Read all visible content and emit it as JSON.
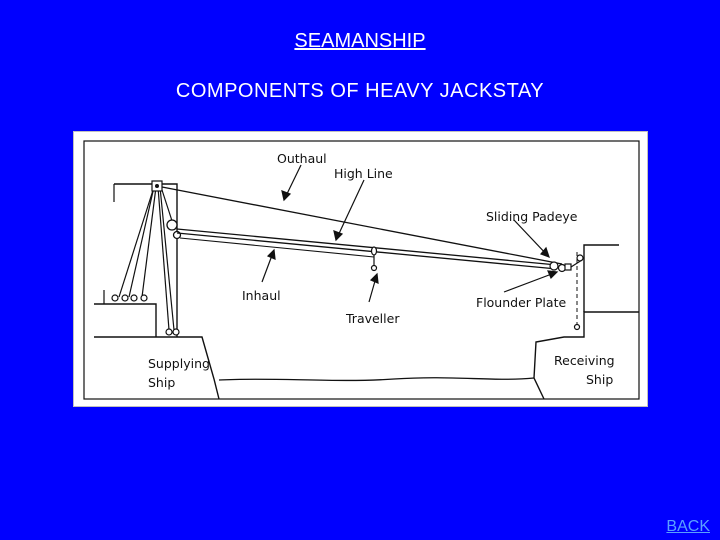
{
  "slide": {
    "title": "SEAMANSHIP",
    "subtitle": "COMPONENTS OF HEAVY JACKSTAY",
    "back_link": "BACK"
  },
  "diagram": {
    "labels": {
      "outhaul": "Outhaul",
      "high_line": "High Line",
      "sliding_padeye": "Sliding Padeye",
      "inhaul": "Inhaul",
      "traveller": "Traveller",
      "flounder_plate": "Flounder Plate",
      "supplying_ship_1": "Supplying",
      "supplying_ship_2": "Ship",
      "receiving_ship_1": "Receiving",
      "receiving_ship_2": "Ship"
    }
  }
}
